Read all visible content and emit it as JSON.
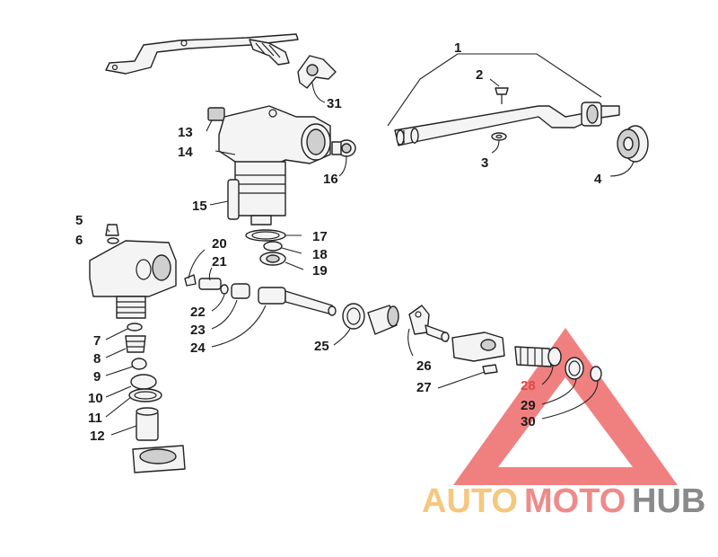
{
  "diagram": {
    "callouts": [
      {
        "id": "1",
        "text": "1"
      },
      {
        "id": "2",
        "text": "2"
      },
      {
        "id": "3",
        "text": "3"
      },
      {
        "id": "4",
        "text": "4"
      },
      {
        "id": "5",
        "text": "5"
      },
      {
        "id": "6",
        "text": "6"
      },
      {
        "id": "7",
        "text": "7"
      },
      {
        "id": "8",
        "text": "8"
      },
      {
        "id": "9",
        "text": "9"
      },
      {
        "id": "10",
        "text": "10"
      },
      {
        "id": "11",
        "text": "11"
      },
      {
        "id": "12",
        "text": "12"
      },
      {
        "id": "13",
        "text": "13"
      },
      {
        "id": "14",
        "text": "14"
      },
      {
        "id": "15",
        "text": "15"
      },
      {
        "id": "16",
        "text": "16"
      },
      {
        "id": "17",
        "text": "17"
      },
      {
        "id": "18",
        "text": "18"
      },
      {
        "id": "19",
        "text": "19"
      },
      {
        "id": "20",
        "text": "20"
      },
      {
        "id": "21",
        "text": "21"
      },
      {
        "id": "22",
        "text": "22"
      },
      {
        "id": "23",
        "text": "23"
      },
      {
        "id": "24",
        "text": "24"
      },
      {
        "id": "25",
        "text": "25"
      },
      {
        "id": "26",
        "text": "26"
      },
      {
        "id": "27",
        "text": "27"
      },
      {
        "id": "28",
        "text": "28"
      },
      {
        "id": "29",
        "text": "29"
      },
      {
        "id": "30",
        "text": "30"
      },
      {
        "id": "31",
        "text": "31"
      }
    ]
  },
  "watermark": {
    "word_1": "AUTO",
    "word_2": "MOTO",
    "word_3": "HUB",
    "color_1": "#f6c77e",
    "color_2": "#f08a8a",
    "color_3": "#8a8a8a",
    "triangle_color": "#ee6b6b"
  }
}
